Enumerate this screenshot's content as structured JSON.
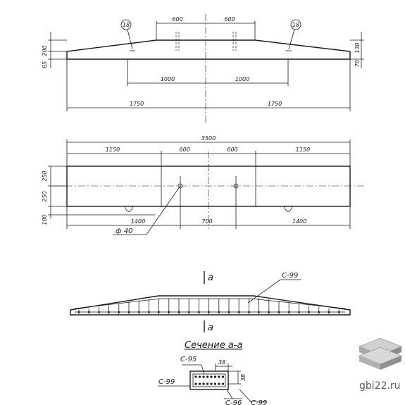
{
  "elevation": {
    "dims_top": [
      "600",
      "600"
    ],
    "marks": [
      "18",
      "18"
    ],
    "left_heights": [
      "200",
      "65"
    ],
    "right_heights": [
      "130",
      "70"
    ],
    "dims_inner": [
      "1000",
      "1000"
    ],
    "dims_outer": [
      "1750",
      "1750"
    ]
  },
  "plan": {
    "overall": "3500",
    "segments": [
      "1150",
      "600",
      "600",
      "1150"
    ],
    "left_heights": [
      "250",
      "250",
      "100"
    ],
    "bottom": [
      "1400",
      "700",
      "1400"
    ],
    "hole_label": "ф 40"
  },
  "reinforcement": {
    "cut_mark": "a",
    "cage_label": "С-99"
  },
  "section": {
    "title": "Сечение а-а",
    "top_label": "С-95",
    "dim_w": "38",
    "dim_h": "38",
    "left_label": "С-99",
    "bottom_label_1": "С-96",
    "bottom_label_2": "С-99"
  },
  "watermark": {
    "text": "gbi22.ru",
    "icon": "stacked-slabs-icon"
  }
}
